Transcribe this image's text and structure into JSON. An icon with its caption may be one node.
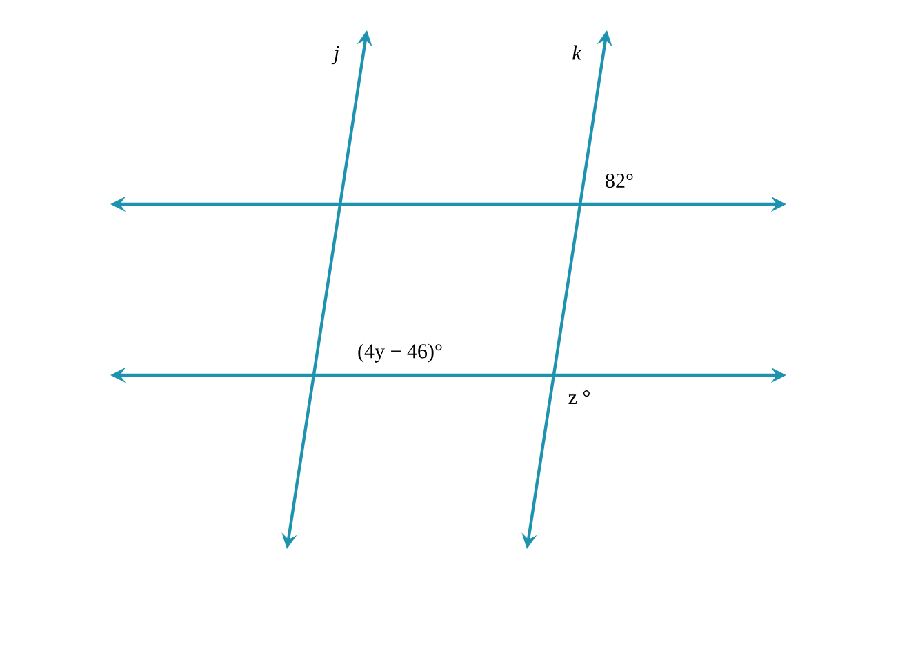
{
  "diagram": {
    "labels": [
      "j",
      "k",
      "82°",
      "(4y − 46)°",
      "z °"
    ]
  }
}
